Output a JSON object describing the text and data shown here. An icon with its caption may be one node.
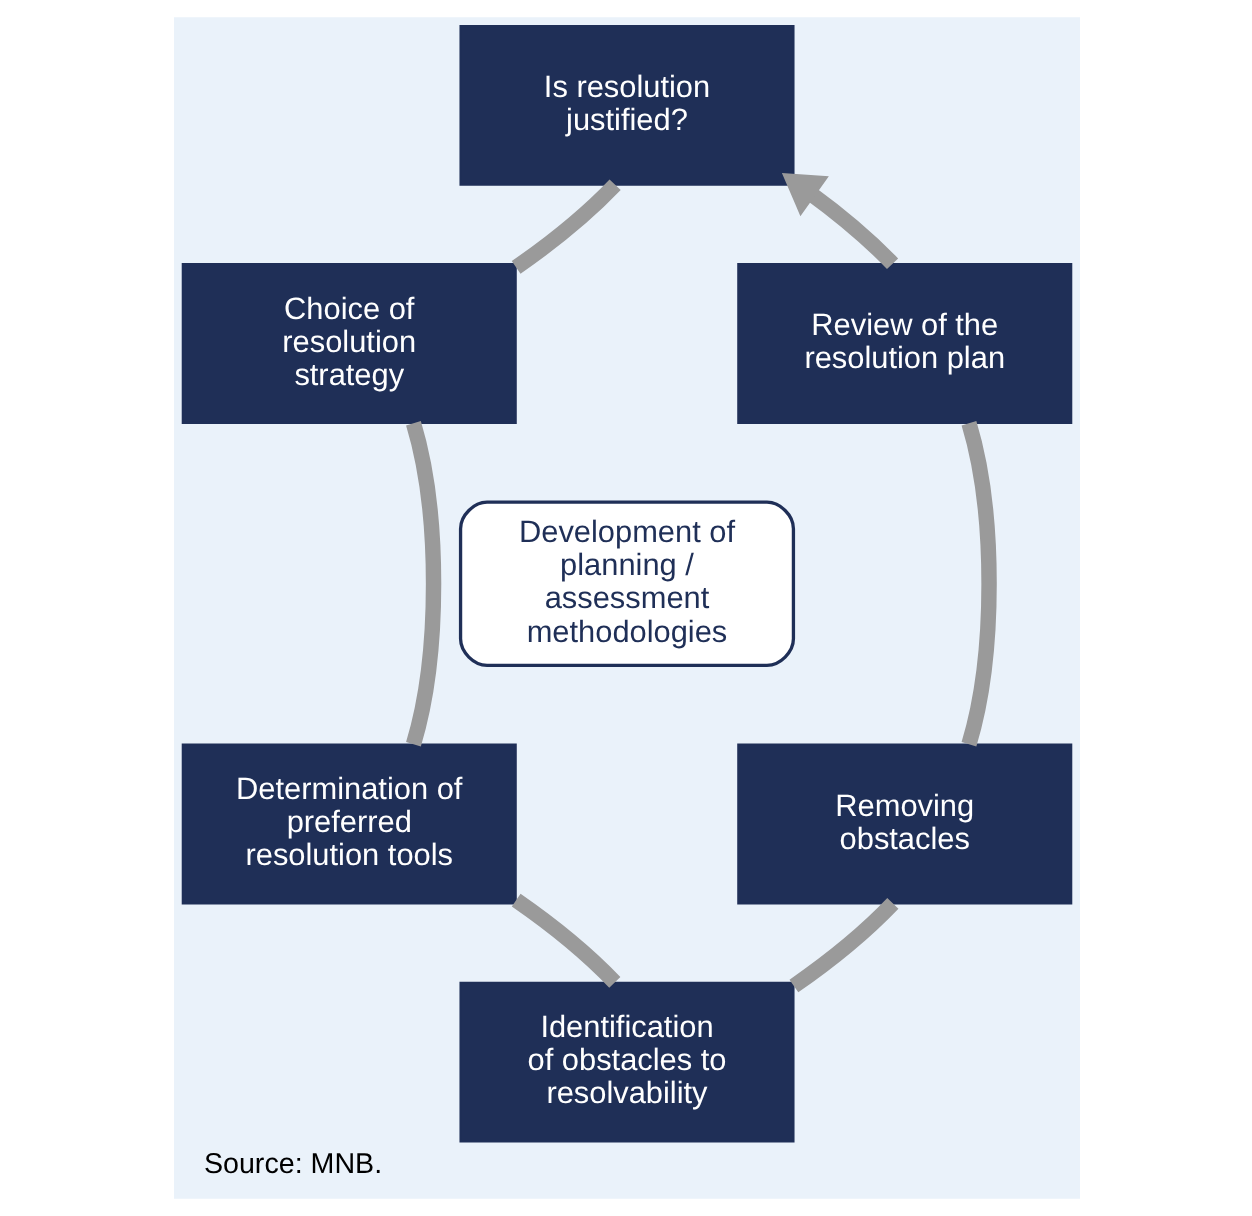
{
  "diagram": {
    "caption": "Source: MNB.",
    "nodes": [
      {
        "text": [
          "Is resolution justified?"
        ]
      },
      {
        "text": [
          "Choice of resolution strategy"
        ]
      },
      {
        "text": [
          "Determination of preferred resolution tools"
        ]
      },
      {
        "text": [
          "Identification of obstacles to resolvability"
        ]
      },
      {
        "text": [
          "Removing obstacles"
        ]
      },
      {
        "text": [
          "Review of the resolution plan"
        ]
      },
      {
        "text": [
          "Development of planning / assessment methodologies"
        ]
      }
    ],
    "edges": [
      {
        "from": 0,
        "to": 1,
        "arrow": "none"
      },
      {
        "from": 1,
        "to": 2,
        "arrow": "none"
      },
      {
        "from": 2,
        "to": 3,
        "arrow": "none"
      },
      {
        "from": 3,
        "to": 4,
        "arrow": "none"
      },
      {
        "from": 4,
        "to": 5,
        "arrow": "none"
      },
      {
        "from": 5,
        "to": 0,
        "arrow": "to"
      }
    ]
  }
}
